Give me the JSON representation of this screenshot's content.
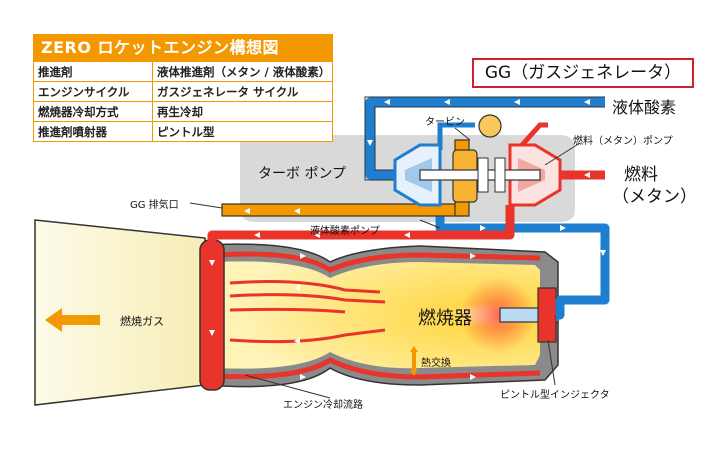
{
  "spec": {
    "title": "ZERO ロケットエンジン構想図",
    "rows": [
      {
        "key": "推進剤",
        "value": "液体推進剤（メタン / 液体酸素）"
      },
      {
        "key": "エンジンサイクル",
        "value": "ガスジェネレータ サイクル"
      },
      {
        "key": "燃焼器冷却方式",
        "value": "再生冷却"
      },
      {
        "key": "推進剤噴射器",
        "value": "ピントル型"
      }
    ]
  },
  "labels": {
    "gg": "GG（ガスジェネレータ）",
    "lox": "液体酸素",
    "fuel_line1": "燃料",
    "fuel_line2": "（メタン）",
    "turbine": "タービン",
    "fuel_pump": "燃料（メタン）ポンプ",
    "turbopump": "ターボ ポンプ",
    "gg_exhaust": "GG 排気口",
    "lox_pump": "液体酸素ポンプ",
    "exhaust_gas": "燃焼ガス",
    "combustor": "燃焼器",
    "heat_exchange": "熱交換",
    "cooling_path": "エンジン冷却流路",
    "injector": "ピントル型インジェクタ"
  },
  "colors": {
    "orange": "#f39800",
    "red": "#e8342a",
    "blue": "#1e7fd0",
    "gray": "#d9d9d9",
    "gg_border": "#d0202a"
  }
}
